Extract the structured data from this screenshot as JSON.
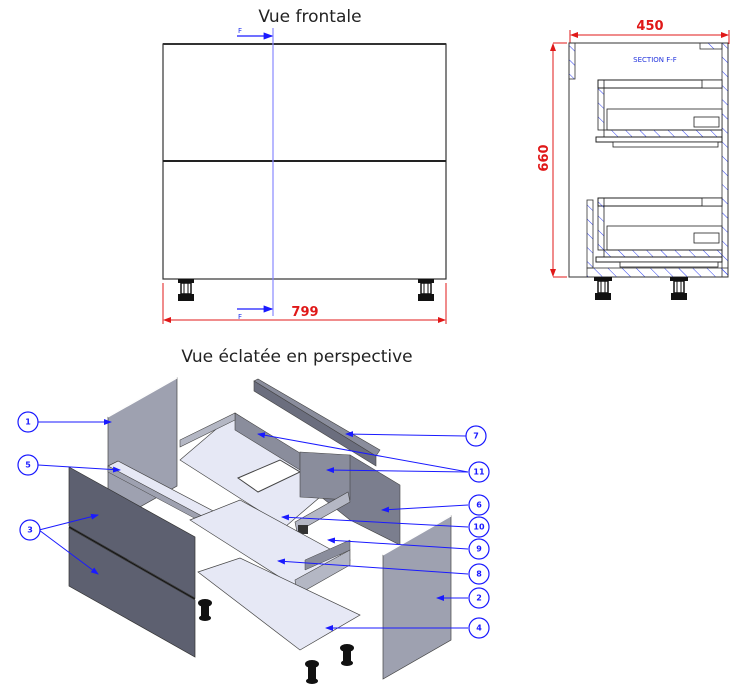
{
  "front_view": {
    "title": "Vue frontale",
    "width_dimension": "799",
    "cut_label_top": "F",
    "cut_label_bottom": "F"
  },
  "section_view": {
    "title": "SECTION F-F",
    "depth_dimension": "450",
    "height_dimension": "660"
  },
  "exploded_view": {
    "title": "Vue éclatée en perspective",
    "callouts": [
      {
        "id": "c1",
        "label": "1"
      },
      {
        "id": "c5",
        "label": "5"
      },
      {
        "id": "c3",
        "label": "3"
      },
      {
        "id": "c7",
        "label": "7"
      },
      {
        "id": "c11",
        "label": "11"
      },
      {
        "id": "c6",
        "label": "6"
      },
      {
        "id": "c10",
        "label": "10"
      },
      {
        "id": "c9",
        "label": "9"
      },
      {
        "id": "c8",
        "label": "8"
      },
      {
        "id": "c2",
        "label": "2"
      },
      {
        "id": "c4",
        "label": "4"
      }
    ]
  },
  "colors": {
    "dimension": "#e01818",
    "callout": "#1a1aff",
    "panel_dark": "#5d6070",
    "panel_light": "#e6e8f5",
    "hatch": "#3344ee"
  }
}
